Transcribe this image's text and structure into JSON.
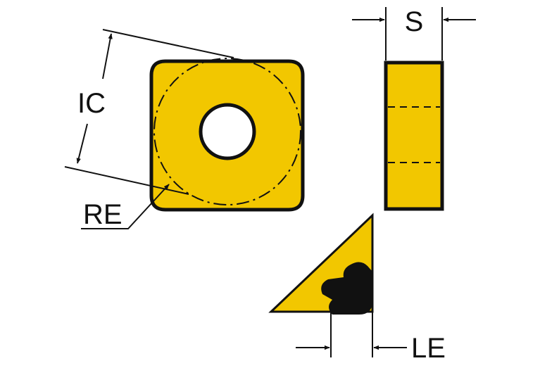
{
  "labels": {
    "ic": "IC",
    "re": "RE",
    "s": "S",
    "le": "LE"
  },
  "colors": {
    "insert_fill": "#F2C700",
    "outline": "#111111",
    "background": "#ffffff"
  }
}
